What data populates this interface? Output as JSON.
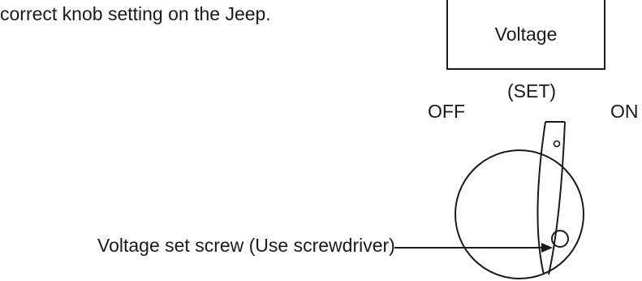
{
  "intro_text": "correct knob setting on the Jeep.",
  "voltage_box_label": "Voltage",
  "set_label": "(SET)",
  "off_label": "OFF",
  "on_label": "ON",
  "screw_callout": "Voltage set screw (Use screwdriver)"
}
